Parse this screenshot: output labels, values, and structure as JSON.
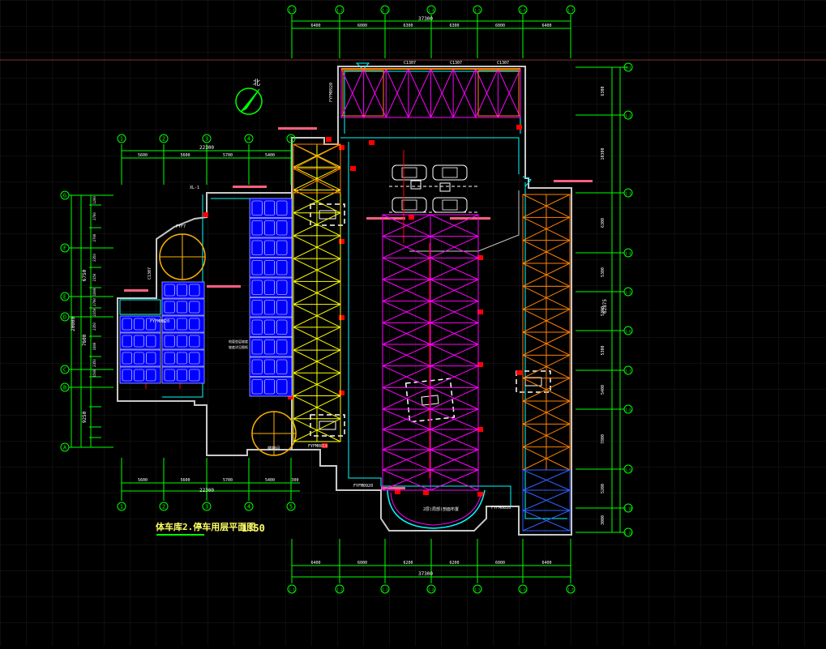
{
  "drawing": {
    "title": "体车库2.停车用层平面图",
    "scale": "1:50",
    "north_label": "北",
    "colors": {
      "background": "#000000",
      "dims": "#00ff00",
      "wall": "#c8c8c8",
      "pipe": "#00ffff",
      "yellow_truss": "#ffff00",
      "orange_truss": "#ff8000",
      "magenta_truss": "#ff00ff",
      "blue_truss": "#3060ff",
      "parking_fill": "#0000ff",
      "tag": "#ff6080",
      "red_mark": "#ff0000"
    }
  },
  "right_block": {
    "top_axes": [
      "1-1",
      "1-2",
      "1-3",
      "1-4",
      "1-5",
      "1-6",
      "1-7"
    ],
    "top_dims": [
      "6400",
      "6000",
      "6300",
      "6300",
      "6000",
      "6400"
    ],
    "top_total": "37300",
    "bottom_axes": [
      "1-1",
      "1-2",
      "1-3",
      "1-4",
      "1-5",
      "1-6",
      "1-7"
    ],
    "bottom_dims": [
      "6400",
      "6000",
      "6200",
      "6200",
      "6000",
      "6400"
    ],
    "bottom_total": "37300",
    "right_axes": [
      "1-1",
      "1-2",
      "1-3",
      "1-4",
      "1-5",
      "1-6",
      "1-7",
      "1-8",
      "1-9",
      "1-10",
      "1-11",
      "1-12"
    ],
    "right_dims": [
      "6300",
      "10300",
      "6300",
      "5300",
      "5300",
      "5300",
      "5400",
      "7800",
      "5200",
      "3000"
    ],
    "right_total": "62875",
    "top_door_tags": [
      "C1307",
      "C1307",
      "C1307"
    ],
    "hatch_tags": [
      "FYFM0920",
      "FYFM0818",
      "FYFM0818"
    ],
    "lower_label": "2层(局部)剖面布置"
  },
  "left_block": {
    "top_axes": [
      "1",
      "2",
      "3",
      "4",
      "5"
    ],
    "top_dims": [
      "5600",
      "5600",
      "5700",
      "5400"
    ],
    "top_total": "22300",
    "bottom_axes": [
      "1",
      "2",
      "3",
      "4",
      "5"
    ],
    "bottom_dims": [
      "5600",
      "5600",
      "5700",
      "5400",
      "300"
    ],
    "bottom_total": "22300",
    "left_axes": [
      "G",
      "F",
      "E",
      "D",
      "C",
      "B",
      "A"
    ],
    "left_dims": [
      "1200",
      "2700",
      "2700",
      "2350",
      "2350",
      "1800",
      "2700",
      "2350",
      "2350",
      "1800",
      "2350",
      "1500"
    ],
    "left_total_a": "6750",
    "left_total_b": "7600",
    "left_total_c": "9250",
    "left_total_d": "20000",
    "stair_label": "FYF7",
    "door_tag": "C1307",
    "pipe_tag": "XL-1",
    "room_label_1": "楼梯间",
    "room_label_2": "FYFM0820",
    "center_note_1": "地面垫层坡度",
    "center_note_2": "坡度详见图纸",
    "fire_tag": "FYFM0920"
  }
}
